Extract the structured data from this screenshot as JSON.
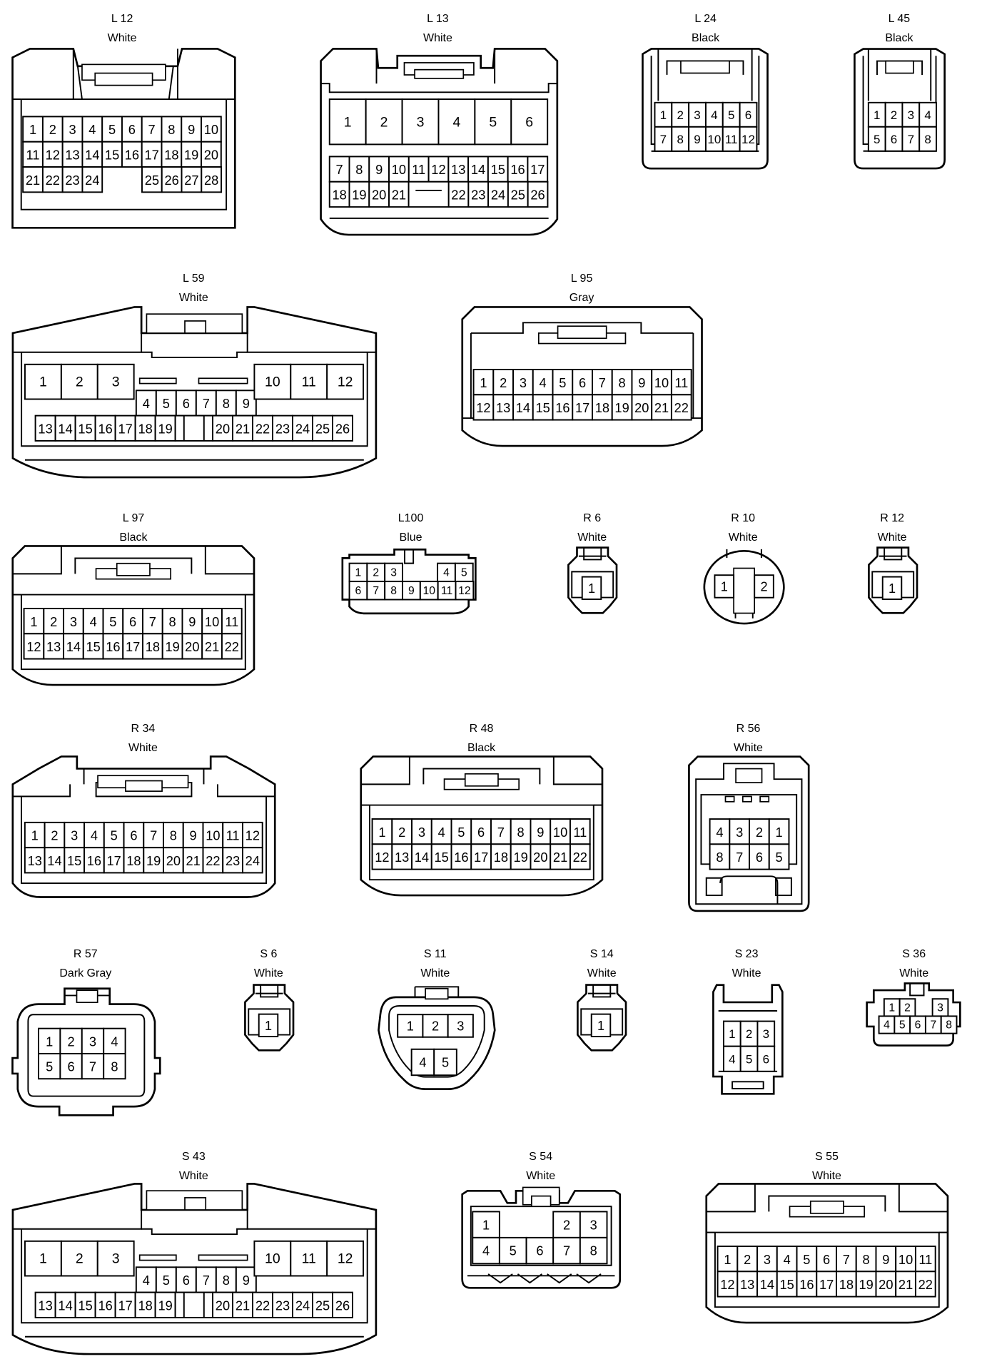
{
  "connectors": [
    {
      "code": "L 12",
      "color": "White",
      "pins": [
        "1",
        "2",
        "3",
        "4",
        "5",
        "6",
        "7",
        "8",
        "9",
        "10",
        "11",
        "12",
        "13",
        "14",
        "15",
        "16",
        "17",
        "18",
        "19",
        "20",
        "21",
        "22",
        "23",
        "24",
        "25",
        "26",
        "27",
        "28"
      ]
    },
    {
      "code": "L 13",
      "color": "White",
      "pins": [
        "1",
        "2",
        "3",
        "4",
        "5",
        "6",
        "7",
        "8",
        "9",
        "10",
        "11",
        "12",
        "13",
        "14",
        "15",
        "16",
        "17",
        "18",
        "19",
        "20",
        "21",
        "22",
        "23",
        "24",
        "25",
        "26"
      ]
    },
    {
      "code": "L 24",
      "color": "Black",
      "pins": [
        "1",
        "2",
        "3",
        "4",
        "5",
        "6",
        "7",
        "8",
        "9",
        "10",
        "11",
        "12"
      ]
    },
    {
      "code": "L 45",
      "color": "Black",
      "pins": [
        "1",
        "2",
        "3",
        "4",
        "5",
        "6",
        "7",
        "8"
      ]
    },
    {
      "code": "L 59",
      "color": "White",
      "pins": [
        "1",
        "2",
        "3",
        "4",
        "5",
        "6",
        "7",
        "8",
        "9",
        "10",
        "11",
        "12",
        "13",
        "14",
        "15",
        "16",
        "17",
        "18",
        "19",
        "20",
        "21",
        "22",
        "23",
        "24",
        "25",
        "26"
      ]
    },
    {
      "code": "L 95",
      "color": "Gray",
      "pins": [
        "1",
        "2",
        "3",
        "4",
        "5",
        "6",
        "7",
        "8",
        "9",
        "10",
        "11",
        "12",
        "13",
        "14",
        "15",
        "16",
        "17",
        "18",
        "19",
        "20",
        "21",
        "22"
      ]
    },
    {
      "code": "L 97",
      "color": "Black",
      "pins": [
        "1",
        "2",
        "3",
        "4",
        "5",
        "6",
        "7",
        "8",
        "9",
        "10",
        "11",
        "12",
        "13",
        "14",
        "15",
        "16",
        "17",
        "18",
        "19",
        "20",
        "21",
        "22"
      ]
    },
    {
      "code": "L100",
      "color": "Blue",
      "pins": [
        "1",
        "2",
        "3",
        "4",
        "5",
        "6",
        "7",
        "8",
        "9",
        "10",
        "11",
        "12"
      ]
    },
    {
      "code": "R 6",
      "color": "White",
      "pins": [
        "1"
      ]
    },
    {
      "code": "R 10",
      "color": "White",
      "pins": [
        "1",
        "2"
      ]
    },
    {
      "code": "R 12",
      "color": "White",
      "pins": [
        "1"
      ]
    },
    {
      "code": "R 34",
      "color": "White",
      "pins": [
        "1",
        "2",
        "3",
        "4",
        "5",
        "6",
        "7",
        "8",
        "9",
        "10",
        "11",
        "12",
        "13",
        "14",
        "15",
        "16",
        "17",
        "18",
        "19",
        "20",
        "21",
        "22",
        "23",
        "24"
      ]
    },
    {
      "code": "R 48",
      "color": "Black",
      "pins": [
        "1",
        "2",
        "3",
        "4",
        "5",
        "6",
        "7",
        "8",
        "9",
        "10",
        "11",
        "12",
        "13",
        "14",
        "15",
        "16",
        "17",
        "18",
        "19",
        "20",
        "21",
        "22"
      ]
    },
    {
      "code": "R 56",
      "color": "White",
      "pins": [
        "4",
        "3",
        "2",
        "1",
        "8",
        "7",
        "6",
        "5"
      ]
    },
    {
      "code": "R 57",
      "color": "Dark Gray",
      "pins": [
        "1",
        "2",
        "3",
        "4",
        "5",
        "6",
        "7",
        "8"
      ]
    },
    {
      "code": "S 6",
      "color": "White",
      "pins": [
        "1"
      ]
    },
    {
      "code": "S 11",
      "color": "White",
      "pins": [
        "1",
        "2",
        "3",
        "4",
        "5"
      ]
    },
    {
      "code": "S 14",
      "color": "White",
      "pins": [
        "1"
      ]
    },
    {
      "code": "S 23",
      "color": "White",
      "pins": [
        "1",
        "2",
        "3",
        "4",
        "5",
        "6"
      ]
    },
    {
      "code": "S 36",
      "color": "White",
      "pins": [
        "1",
        "2",
        "3",
        "4",
        "5",
        "6",
        "7",
        "8"
      ]
    },
    {
      "code": "S 43",
      "color": "White",
      "pins": [
        "1",
        "2",
        "3",
        "4",
        "5",
        "6",
        "7",
        "8",
        "9",
        "10",
        "11",
        "12",
        "13",
        "14",
        "15",
        "16",
        "17",
        "18",
        "19",
        "20",
        "21",
        "22",
        "23",
        "24",
        "25",
        "26"
      ]
    },
    {
      "code": "S 54",
      "color": "White",
      "pins": [
        "1",
        "2",
        "3",
        "4",
        "5",
        "6",
        "7",
        "8"
      ]
    },
    {
      "code": "S 55",
      "color": "White",
      "pins": [
        "1",
        "2",
        "3",
        "4",
        "5",
        "6",
        "7",
        "8",
        "9",
        "10",
        "11",
        "12",
        "13",
        "14",
        "15",
        "16",
        "17",
        "18",
        "19",
        "20",
        "21",
        "22"
      ]
    }
  ]
}
